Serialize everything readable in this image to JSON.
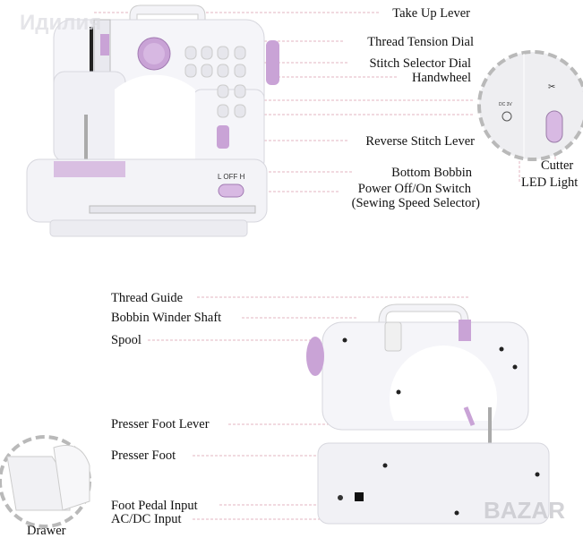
{
  "watermarks": {
    "top_left": "Идилия",
    "bottom_right": "BAZAR"
  },
  "colors": {
    "accent": "#c9a3d6",
    "body": "#f1f1f5",
    "leader": "#e3b6c0",
    "text": "#111111"
  },
  "front_view": {
    "switch_marks": "L  OFF  H",
    "labels": {
      "take_up_lever": "Take Up Lever",
      "thread_tension_dial": "Thread Tension Dial",
      "stitch_selector_dial": "Stitch Selector Dial",
      "handwheel": "Handwheel",
      "reverse_stitch_lever": "Reverse Stitch Lever",
      "bottom_bobbin": "Bottom Bobbin",
      "power_switch": "Power Off/On Switch",
      "power_switch_sub": "(Sewing Speed Selector)"
    }
  },
  "inset": {
    "led_marking": "DC 3V",
    "labels": {
      "cutter": "Cutter",
      "led_light": "LED Light"
    }
  },
  "side_view": {
    "labels": {
      "thread_guide": "Thread Guide",
      "bobbin_winder_shaft": "Bobbin Winder Shaft",
      "spool": "Spool",
      "presser_foot_lever": "Presser Foot Lever",
      "presser_foot": "Presser Foot",
      "foot_pedal_input": "Foot Pedal Input",
      "ac_dc_input": "AC/DC Input",
      "drawer": "Drawer"
    }
  }
}
